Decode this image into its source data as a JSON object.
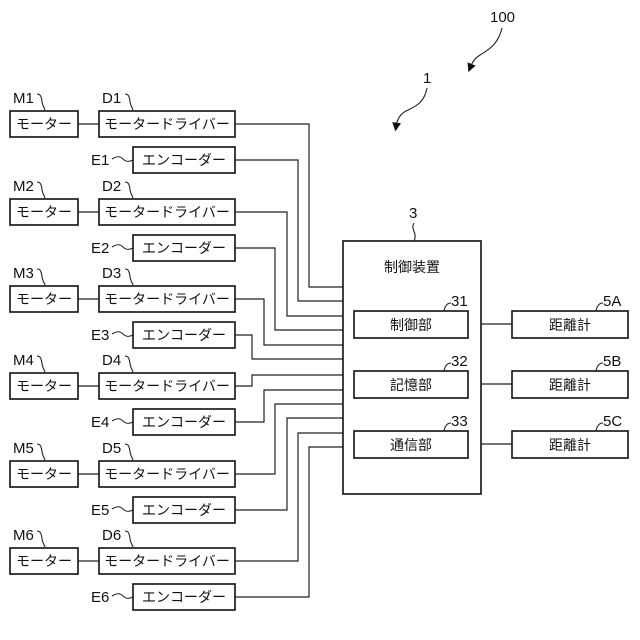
{
  "figure": {
    "system_ref": "100",
    "device_ref": "1"
  },
  "axes": [
    {
      "motor_ref": "M1",
      "motor_label": "モーター",
      "driver_ref": "D1",
      "driver_label": "モータードライバー",
      "encoder_ref": "E1",
      "encoder_label": "エンコーダー"
    },
    {
      "motor_ref": "M2",
      "motor_label": "モーター",
      "driver_ref": "D2",
      "driver_label": "モータードライバー",
      "encoder_ref": "E2",
      "encoder_label": "エンコーダー"
    },
    {
      "motor_ref": "M3",
      "motor_label": "モーター",
      "driver_ref": "D3",
      "driver_label": "モータードライバー",
      "encoder_ref": "E3",
      "encoder_label": "エンコーダー"
    },
    {
      "motor_ref": "M4",
      "motor_label": "モーター",
      "driver_ref": "D4",
      "driver_label": "モータードライバー",
      "encoder_ref": "E4",
      "encoder_label": "エンコーダー"
    },
    {
      "motor_ref": "M5",
      "motor_label": "モーター",
      "driver_ref": "D5",
      "driver_label": "モータードライバー",
      "encoder_ref": "E5",
      "encoder_label": "エンコーダー"
    },
    {
      "motor_ref": "M6",
      "motor_label": "モーター",
      "driver_ref": "D6",
      "driver_label": "モータードライバー",
      "encoder_ref": "E6",
      "encoder_label": "エンコーダー"
    }
  ],
  "controller": {
    "ref": "3",
    "label": "制御装置",
    "units": [
      {
        "ref": "31",
        "label": "制御部"
      },
      {
        "ref": "32",
        "label": "記憶部"
      },
      {
        "ref": "33",
        "label": "通信部"
      }
    ]
  },
  "sensors": [
    {
      "ref": "5A",
      "label": "距離計"
    },
    {
      "ref": "5B",
      "label": "距離計"
    },
    {
      "ref": "5C",
      "label": "距離計"
    }
  ]
}
